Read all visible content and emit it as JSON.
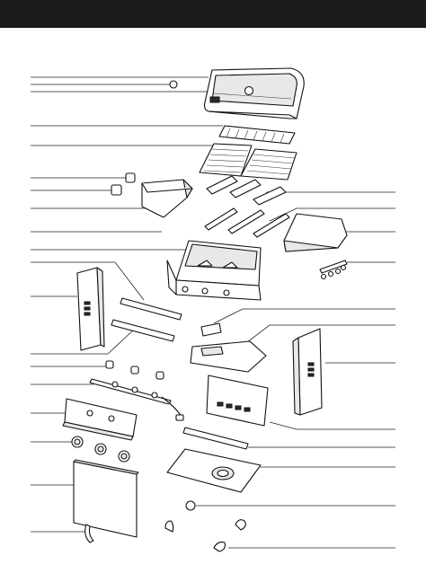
{
  "page": {
    "header_color": "#1c1c1c",
    "background_color": "#ffffff"
  },
  "diagram": {
    "kind": "exploded-parts-view",
    "subject": "gas grill",
    "callout_count_left": 21,
    "callout_count_right": 15,
    "labels": []
  }
}
